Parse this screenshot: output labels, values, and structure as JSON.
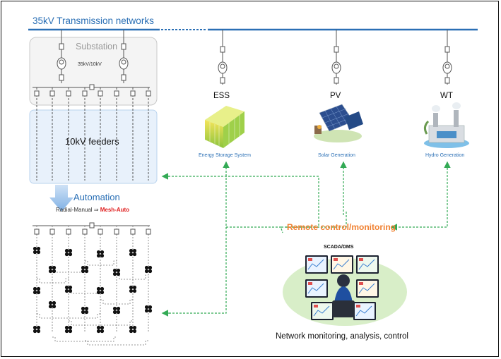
{
  "transmission_bus": "35kV Transmission networks",
  "substation": {
    "label": "Substation",
    "ratio": "35kV/10kV"
  },
  "feeders_label": "10kV feeders",
  "automation": {
    "title": "Automation",
    "mode_prefix": "Radial-Manual ⇒ ",
    "mode_highlight": "Mesh-Auto"
  },
  "sources": [
    {
      "tag": "ESS",
      "caption": "Energy Storage System"
    },
    {
      "tag": "PV",
      "caption": "Solar Generation"
    },
    {
      "tag": "WT",
      "caption": "Hydro Generation"
    }
  ],
  "remote_control": "Remote control/monitoring",
  "scada": {
    "title": "SCADA/DMS",
    "caption": "Network monitoring, analysis, control"
  },
  "colors": {
    "bus_blue": "#2a6fb5",
    "link_green": "#33aa55",
    "remote_orange": "#f08030",
    "highlight_red": "#e02020",
    "feeder_panel": "#e8f1fb"
  },
  "icons": [
    "transformer-icon",
    "battery-storage-icon",
    "solar-panel-icon",
    "hydro-plant-icon",
    "operator-workstation-icon",
    "down-arrow-icon"
  ]
}
